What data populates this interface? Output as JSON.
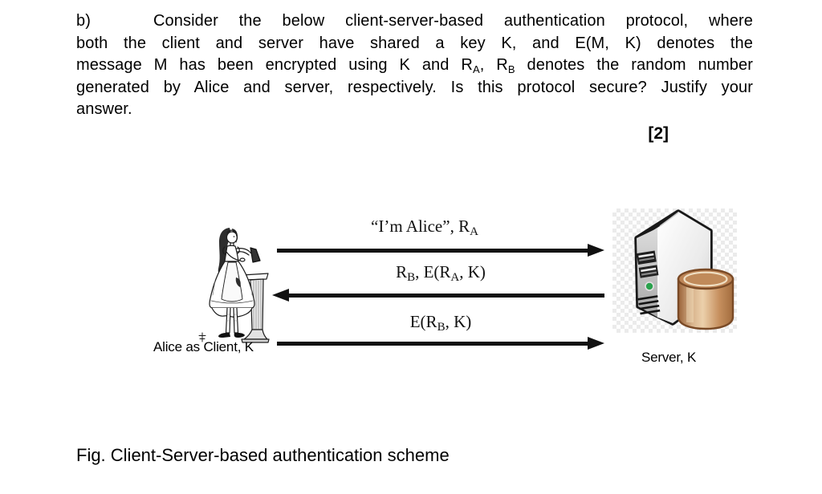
{
  "question": {
    "marks": "[2]",
    "lines": [
      {
        "label": "b)",
        "justify": true,
        "segments": [
          {
            "t": "Consider the below client-server-based authentication protocol, where"
          }
        ]
      },
      {
        "justify": true,
        "segments": [
          {
            "t": "both the client and server have shared a key K, and E(M, K) denotes the"
          }
        ]
      },
      {
        "justify": true,
        "segments": [
          {
            "t": "message M has been encrypted using K and R"
          },
          {
            "t": "A",
            "sub": true
          },
          {
            "t": ", R"
          },
          {
            "t": "B",
            "sub": true
          },
          {
            "t": " denotes the random number"
          }
        ]
      },
      {
        "justify": true,
        "segments": [
          {
            "t": "generated by Alice and server, respectively. Is this protocol secure? Justify your"
          }
        ]
      },
      {
        "justify": false,
        "segments": [
          {
            "t": "answer."
          }
        ]
      }
    ]
  },
  "diagram": {
    "messages": [
      {
        "direction": "right",
        "segments": [
          {
            "t": "“I’m Alice”, R"
          },
          {
            "t": "A",
            "sub": true
          }
        ]
      },
      {
        "direction": "left",
        "segments": [
          {
            "t": "R"
          },
          {
            "t": "B",
            "sub": true
          },
          {
            "t": ", E(R"
          },
          {
            "t": "A",
            "sub": true
          },
          {
            "t": ", K)"
          }
        ]
      },
      {
        "direction": "right",
        "segments": [
          {
            "t": "E(R"
          },
          {
            "t": "B",
            "sub": true
          },
          {
            "t": ", K)"
          }
        ]
      }
    ],
    "client_caption": "Alice as Client, K",
    "server_caption": "Server, K",
    "colors": {
      "arrow": "#111111",
      "server_led_green": "#2aa24d",
      "server_cylinder_brown": "#bd8557",
      "server_outline": "#191919",
      "checker_gray": "#ebebeb"
    }
  },
  "figure_caption": "Fig. Client-Server-based authentication scheme"
}
